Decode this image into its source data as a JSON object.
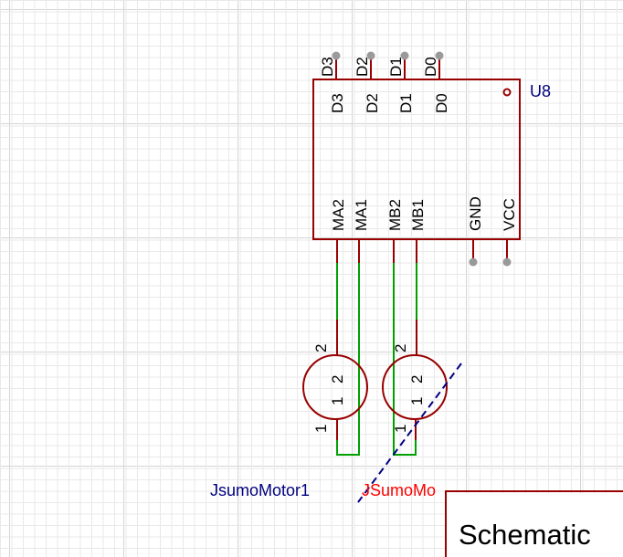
{
  "colors": {
    "component": "#990000",
    "wire": "#00a000",
    "pin_end": "#9a9a9a",
    "designator": "#000080",
    "value_text": "#ff0000",
    "dash": "#000080"
  },
  "u8": {
    "designator": "U8",
    "top_pins": [
      "D3",
      "D2",
      "D1",
      "D0"
    ],
    "bottom_pins_left": [
      "MA2",
      "MA1",
      "MB2",
      "MB1"
    ],
    "bottom_pins_right": [
      "GND",
      "VCC"
    ]
  },
  "motor1": {
    "designator": "JsumoMotor1",
    "pin_inner": [
      "1",
      "2"
    ],
    "pin_outer": [
      "1",
      "2"
    ]
  },
  "motor2": {
    "value": "JSumoMo",
    "pin_inner": [
      "1",
      "2"
    ],
    "pin_outer": [
      "1",
      "2"
    ]
  },
  "title_block": {
    "title": "Schematic"
  }
}
